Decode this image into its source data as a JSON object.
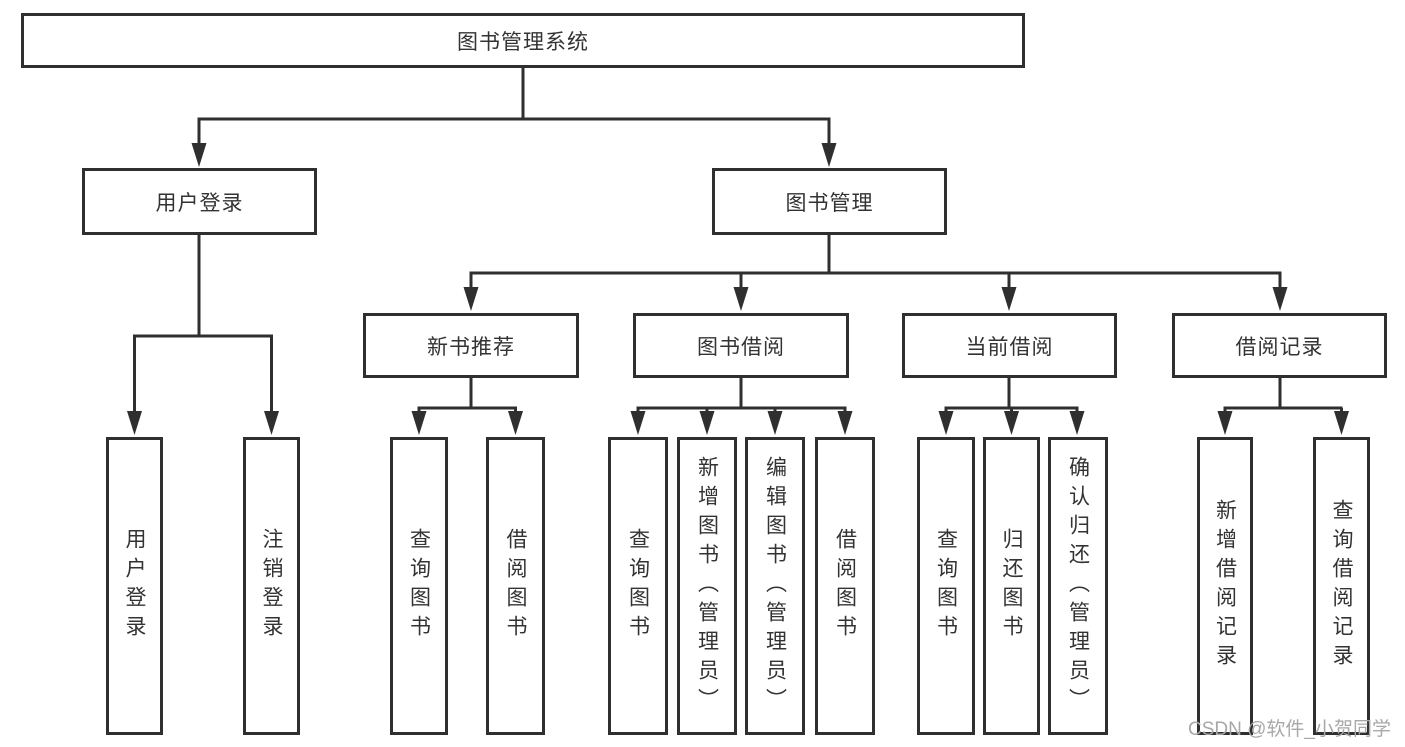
{
  "nodes": {
    "root": {
      "label": "图书管理系统"
    },
    "user_login_group": {
      "label": "用户登录"
    },
    "book_management": {
      "label": "图书管理"
    },
    "new_book_recommend": {
      "label": "新书推荐"
    },
    "book_borrow": {
      "label": "图书借阅"
    },
    "current_borrow": {
      "label": "当前借阅"
    },
    "borrow_records": {
      "label": "借阅记录"
    },
    "leaf_user_login": {
      "label": "用户登录"
    },
    "leaf_logout": {
      "label": "注销登录"
    },
    "leaf_nb_query": {
      "label": "查询图书"
    },
    "leaf_nb_borrow": {
      "label": "借阅图书"
    },
    "leaf_bb_query": {
      "label": "查询图书"
    },
    "leaf_bb_add": {
      "label": "新增图书（管理员）"
    },
    "leaf_bb_edit": {
      "label": "编辑图书（管理员）"
    },
    "leaf_bb_borrow": {
      "label": "借阅图书"
    },
    "leaf_cb_query": {
      "label": "查询图书"
    },
    "leaf_cb_return": {
      "label": "归还图书"
    },
    "leaf_cb_confirm": {
      "label": "确认归还（管理员）"
    },
    "leaf_br_add": {
      "label": "新增借阅记录"
    },
    "leaf_br_query": {
      "label": "查询借阅记录"
    }
  },
  "watermark": {
    "text": "CSDN @软件_小贺同学"
  },
  "colors": {
    "line": "#2f2f2f",
    "text": "#333333",
    "box_background": "#ffffff",
    "watermark": "#a8a8a8"
  }
}
